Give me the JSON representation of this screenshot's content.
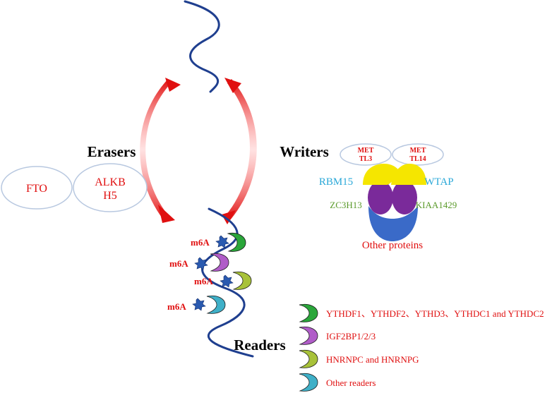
{
  "erasers": {
    "title": "Erasers",
    "proteins": [
      "FTO",
      "ALKB",
      "H5"
    ]
  },
  "writers": {
    "title": "Writers",
    "complex": {
      "mettl3": [
        "MET",
        "TL3"
      ],
      "mettl14": [
        "MET",
        "TL14"
      ],
      "rbm15": "RBM15",
      "wtap": "WTAP",
      "zc3h13": "ZC3H13",
      "kiaa1429": "KIAA1429",
      "other": "Other proteins"
    }
  },
  "readers": {
    "title": "Readers",
    "legend": [
      {
        "label": "YTHDF1、YTHDF2、YTHD3、YTHDC1 and YTHDC2",
        "color": "#2aa63a"
      },
      {
        "label": "IGF2BP1/2/3",
        "color": "#b05cc8"
      },
      {
        "label": "HNRNPC and HNRNPG",
        "color": "#a8c23a"
      },
      {
        "label": "Other readers",
        "color": "#3fb0c8"
      }
    ]
  },
  "modification": {
    "label": "m6A"
  },
  "colors": {
    "rna": "#1f3f8f",
    "arrow": "#e01010",
    "label_red": "#e01010",
    "label_blue": "#2aa8d8",
    "label_green": "#5a9a2a",
    "ellipse_stroke": "#b8c8e0",
    "yellow": "#f5e600",
    "purple": "#7a2a9a",
    "blue_cup": "#3a6ac8",
    "star": "#2a5ab0"
  }
}
